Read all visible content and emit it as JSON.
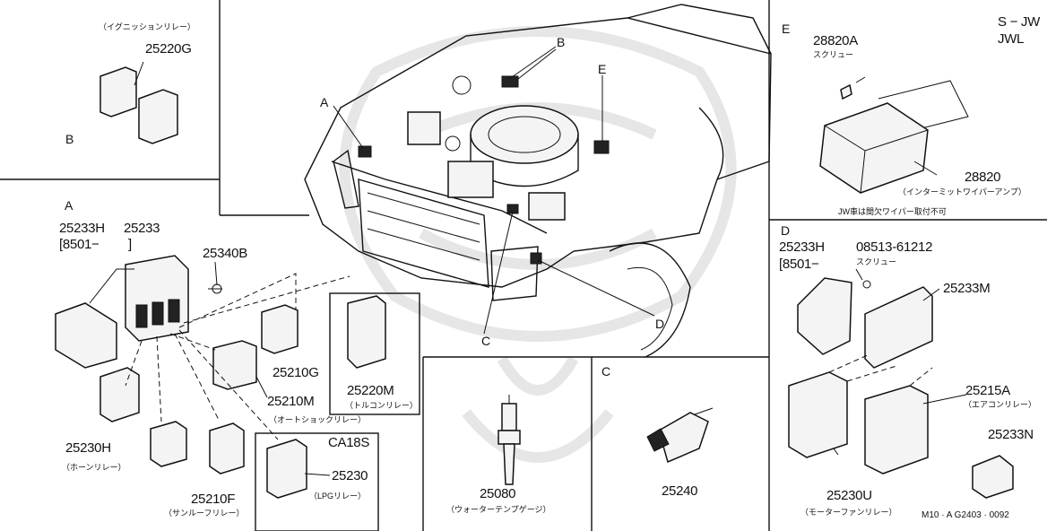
{
  "panels": {
    "B_top": {
      "letter": "B",
      "title_jp": "（イグニッションリレー）",
      "part": "25220G"
    },
    "A": {
      "letter": "A",
      "parts": {
        "p25233H": "25233H",
        "p25233H_date": "[8501−",
        "p25233": "25233",
        "p25233_mark": "]",
        "p25340B": "25340B",
        "p25210G": "25210G",
        "p25210M": "25210M",
        "p25210M_jp": "（オートショックリレー）",
        "p25220M": "25220M",
        "p25220M_jp": "（トルコンリレー）",
        "p25230H": "25230H",
        "p25230H_jp": "（ホーンリレー）",
        "p25210F": "25210F",
        "p25210F_jp": "（サンルーフリレー）",
        "ca18s": "CA18S",
        "p25230": "25230",
        "p25230_jp": "（LPGリレー）"
      }
    },
    "car": {
      "callouts": {
        "A": "A",
        "B": "B",
        "C": "C",
        "D": "D",
        "E": "E"
      }
    },
    "water": {
      "part": "25080",
      "jp": "（ウォーターテンプゲージ）"
    },
    "C": {
      "letter": "C",
      "part": "25240"
    },
    "E": {
      "letter": "E",
      "grade": "S − JW",
      "grade2": "JWL",
      "p28820A": "28820A",
      "screw_jp": "スクリュー",
      "p28820": "28820",
      "p28820_jp": "（インターミットワイパーアンプ）",
      "note": "JW車は間欠ワイパー取付不可"
    },
    "D": {
      "letter": "D",
      "p25233H": "25233H",
      "p25233H_date": "[8501−",
      "screw": "08513-61212",
      "screw_jp": "スクリュー",
      "p25233M": "25233M",
      "p25215A": "25215A",
      "p25215A_jp": "（エアコンリレー）",
      "p25230U": "25230U",
      "p25230U_jp": "（モーターファンリレー）",
      "p25233N": "25233N",
      "code": "M10 · A   G2403 · 0092"
    }
  }
}
